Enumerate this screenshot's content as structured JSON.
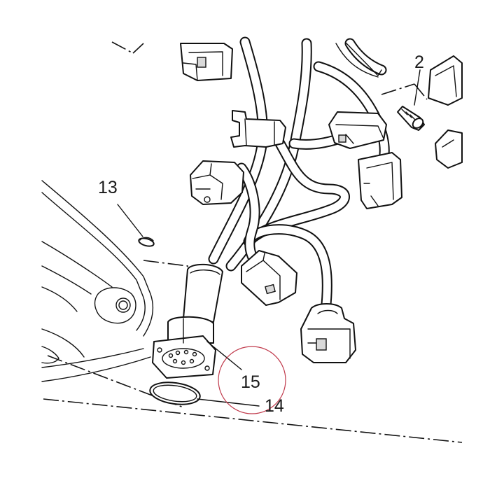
{
  "diagram": {
    "callouts": [
      {
        "id": "2",
        "text": "2"
      },
      {
        "id": "13",
        "text": "13"
      },
      {
        "id": "14",
        "text": "14"
      },
      {
        "id": "15",
        "text": "15"
      }
    ],
    "highlight_color": "#c0394b",
    "line_color": "#111111"
  }
}
